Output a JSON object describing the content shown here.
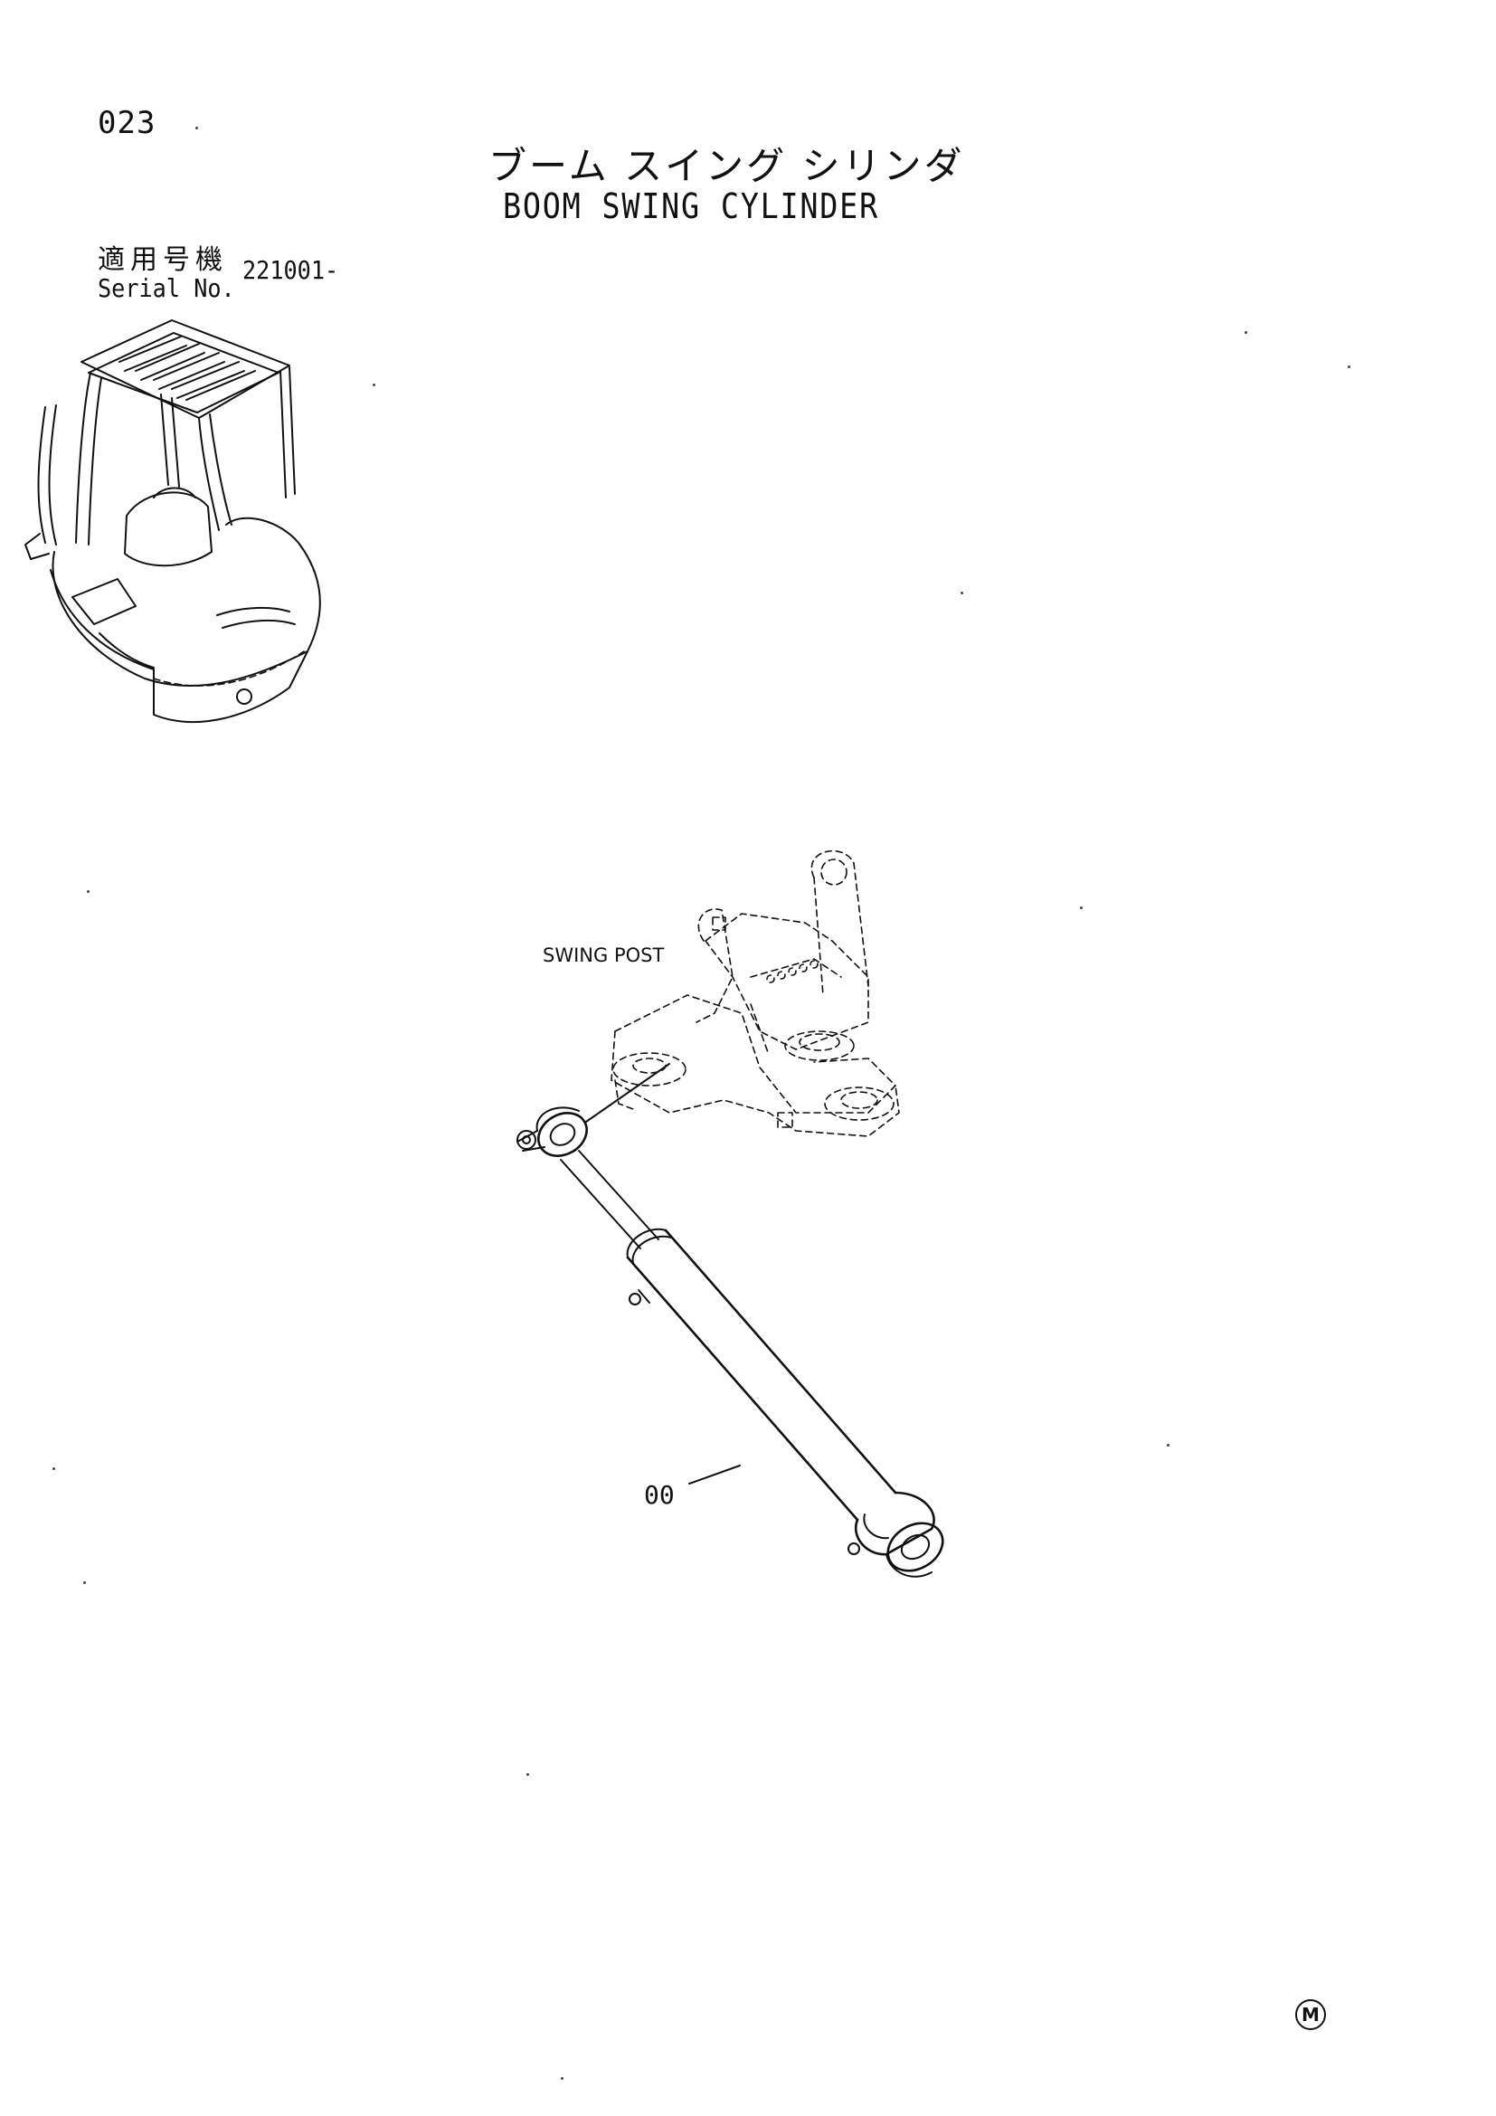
{
  "header": {
    "page_number": "023",
    "title_ja": "ブーム スイング シリンダ",
    "title_en": "BOOM SWING CYLINDER"
  },
  "serial": {
    "label_ja": "適用号機",
    "label_en": "Serial No.",
    "value": "221001-"
  },
  "callouts": {
    "swing_post": "SWING POST",
    "item_00": "00"
  },
  "footer": {
    "mark": "M"
  }
}
